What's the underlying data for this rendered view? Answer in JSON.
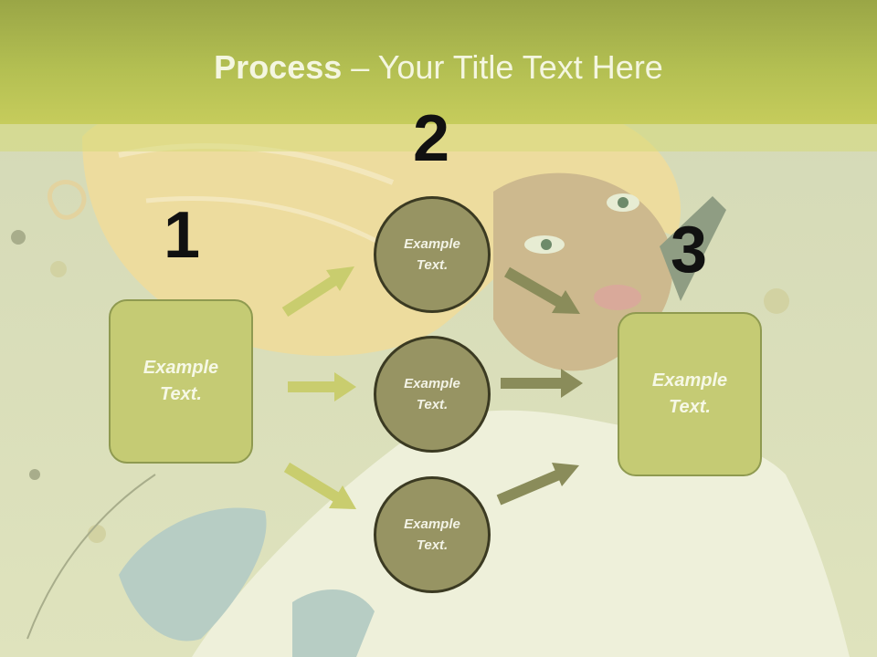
{
  "slide": {
    "title_bold": "Process",
    "title_rest": " – Your Title Text Here"
  },
  "steps": [
    {
      "number": "1",
      "text": "Example\nText."
    },
    {
      "number": "2",
      "text": "Example\nText."
    },
    {
      "number": "3",
      "text": "Example\nText."
    }
  ],
  "circles": [
    {
      "text": "Example\nText."
    },
    {
      "text": "Example\nText."
    },
    {
      "text": "Example\nText."
    }
  ],
  "colors": {
    "header": "#b3bf52",
    "box_fill": "#c5cb74",
    "circle_fill": "#979463",
    "arrow_light": "#c9cd6e",
    "arrow_dark": "#8a8c5a"
  }
}
